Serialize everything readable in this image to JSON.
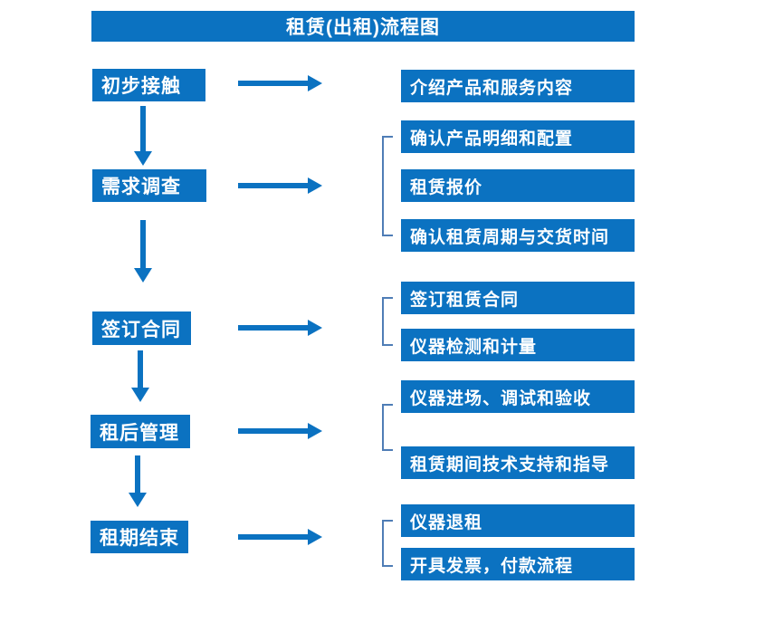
{
  "title": "租赁(出租)流程图",
  "colors": {
    "primary": "#0b72c1",
    "bracket_line": "#4f7db6",
    "text_on_primary": "#ffffff",
    "background": "#ffffff"
  },
  "icons": {
    "right_arrow": "→",
    "down_arrow": "↓"
  },
  "stages": [
    {
      "label": "初步接触",
      "details": [
        "介绍产品和服务内容"
      ]
    },
    {
      "label": "需求调查",
      "details": [
        "确认产品明细和配置",
        "租赁报价",
        "确认租赁周期与交货时间"
      ]
    },
    {
      "label": "签订合同",
      "details": [
        "签订租赁合同",
        "仪器检测和计量"
      ]
    },
    {
      "label": "租后管理",
      "details": [
        "仪器进场、调试和验收",
        "租赁期间技术支持和指导"
      ]
    },
    {
      "label": "租期结束",
      "details": [
        "仪器退租",
        "开具发票，付款流程"
      ]
    }
  ]
}
